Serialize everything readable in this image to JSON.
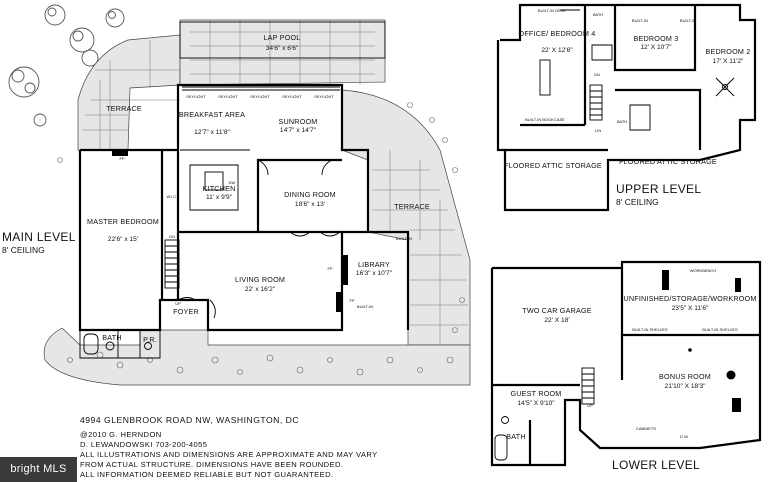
{
  "main_level": {
    "title": "MAIN LEVEL",
    "ceiling": "8' CEILING",
    "rooms": [
      {
        "id": "lap-pool",
        "name": "LAP POOL",
        "dims": "34'6\" x 6'6\""
      },
      {
        "id": "terrace-nw",
        "name": "TERRACE",
        "dims": ""
      },
      {
        "id": "breakfast-area",
        "name": "BREAKFAST AREA",
        "dims": "12'7\" x 11'8\""
      },
      {
        "id": "sunroom",
        "name": "SUNROOM",
        "dims": "14'7\" x 14'7\""
      },
      {
        "id": "kitchen",
        "name": "KITCHEN",
        "dims": "11' x 9'9\""
      },
      {
        "id": "dining-room",
        "name": "DINING ROOM",
        "dims": "18'6\" x 13'"
      },
      {
        "id": "terrace-e",
        "name": "TERRACE",
        "dims": ""
      },
      {
        "id": "master-bedroom",
        "name": "MASTER BEDROOM",
        "dims": "22'6\" x 15'"
      },
      {
        "id": "library",
        "name": "LIBRARY",
        "dims": "16'3\" x 10'7\""
      },
      {
        "id": "living-room",
        "name": "LIVING ROOM",
        "dims": "22' x 16'2\""
      },
      {
        "id": "foyer",
        "name": "FOYER",
        "dims": ""
      },
      {
        "id": "bath-main",
        "name": "BATH",
        "dims": ""
      },
      {
        "id": "pr",
        "name": "P.R.",
        "dims": ""
      }
    ],
    "fixtures": {
      "skylight": "SKYLIGHT",
      "fp": "FP",
      "up": "UP",
      "dn": "DN",
      "wic": "W.I.C.",
      "dw": "DW",
      "built_in": "BUILT-IN"
    }
  },
  "upper_level": {
    "title": "UPPER LEVEL",
    "ceiling": "8' CEILING",
    "rooms": [
      {
        "id": "office",
        "name": "OFFICE/ BEDROOM 4",
        "dims": "22' X 12'6\""
      },
      {
        "id": "bedroom3",
        "name": "BEDROOM 3",
        "dims": "12' X 10'7\""
      },
      {
        "id": "bedroom2",
        "name": "BEDROOM 2",
        "dims": "17' X 11'2\""
      },
      {
        "id": "attic-w",
        "name": "FLOORED ATTIC STORAGE",
        "dims": ""
      },
      {
        "id": "attic-e",
        "name": "FLOORED ATTIC STORAGE",
        "dims": ""
      }
    ],
    "fixtures": {
      "built_in_desk": "BUILT-IN DESK",
      "built_in_bookcase": "BUILT-IN BOOKCASE",
      "built_in": "BUILT-IN",
      "bath": "BATH",
      "lin": "LIN",
      "dn": "DN"
    }
  },
  "lower_level": {
    "title": "LOWER LEVEL",
    "rooms": [
      {
        "id": "garage",
        "name": "TWO CAR GARAGE",
        "dims": "22' X 18'"
      },
      {
        "id": "workroom",
        "name": "UNFINISHED/STORAGE/WORKROOM",
        "dims": "23'5\" X 11'6\""
      },
      {
        "id": "guest-room",
        "name": "GUEST ROOM",
        "dims": "14'5\" X 9'10\""
      },
      {
        "id": "bonus-room",
        "name": "BONUS ROOM",
        "dims": "21'10\" X 18'3\""
      },
      {
        "id": "bath-lower",
        "name": "BATH",
        "dims": ""
      }
    ],
    "fixtures": {
      "workbench": "WORKBENCH",
      "built_in_shelves": "BUILT-IN SHELVES",
      "cabinets": "CABINETS",
      "up": "UP",
      "dw": "D  W"
    }
  },
  "info": {
    "address": "4994 GLENBROOK ROAD NW, WASHINGTON, DC",
    "copyright": "@2010 G. HERNDON",
    "contact": "D. LEWANDOWSKI 703-200-4055",
    "disclaimer1": "ALL ILLUSTRATIONS AND DIMENSIONS ARE APPROXIMATE AND MAY VARY",
    "disclaimer2": "FROM ACTUAL STRUCTURE. DIMENSIONS HAVE BEEN ROUNDED.",
    "disclaimer3": "ALL INFORMATION DEEMED RELIABLE BUT NOT GUARANTEED."
  },
  "badge": "bright MLS"
}
